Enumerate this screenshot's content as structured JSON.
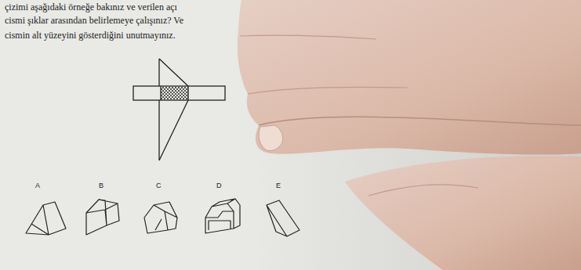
{
  "diagram": {
    "labels": [
      "çizimi aşağıdaki örneğe bakınız ve verilen açı",
      "cismi şıklar arasından belirlemeye çalışınız? Ve",
      "cismin alt yüzeyini gösterdiğini unutmayınız.",
      "A",
      "B",
      "C",
      "D",
      "E"
    ]
  }
}
